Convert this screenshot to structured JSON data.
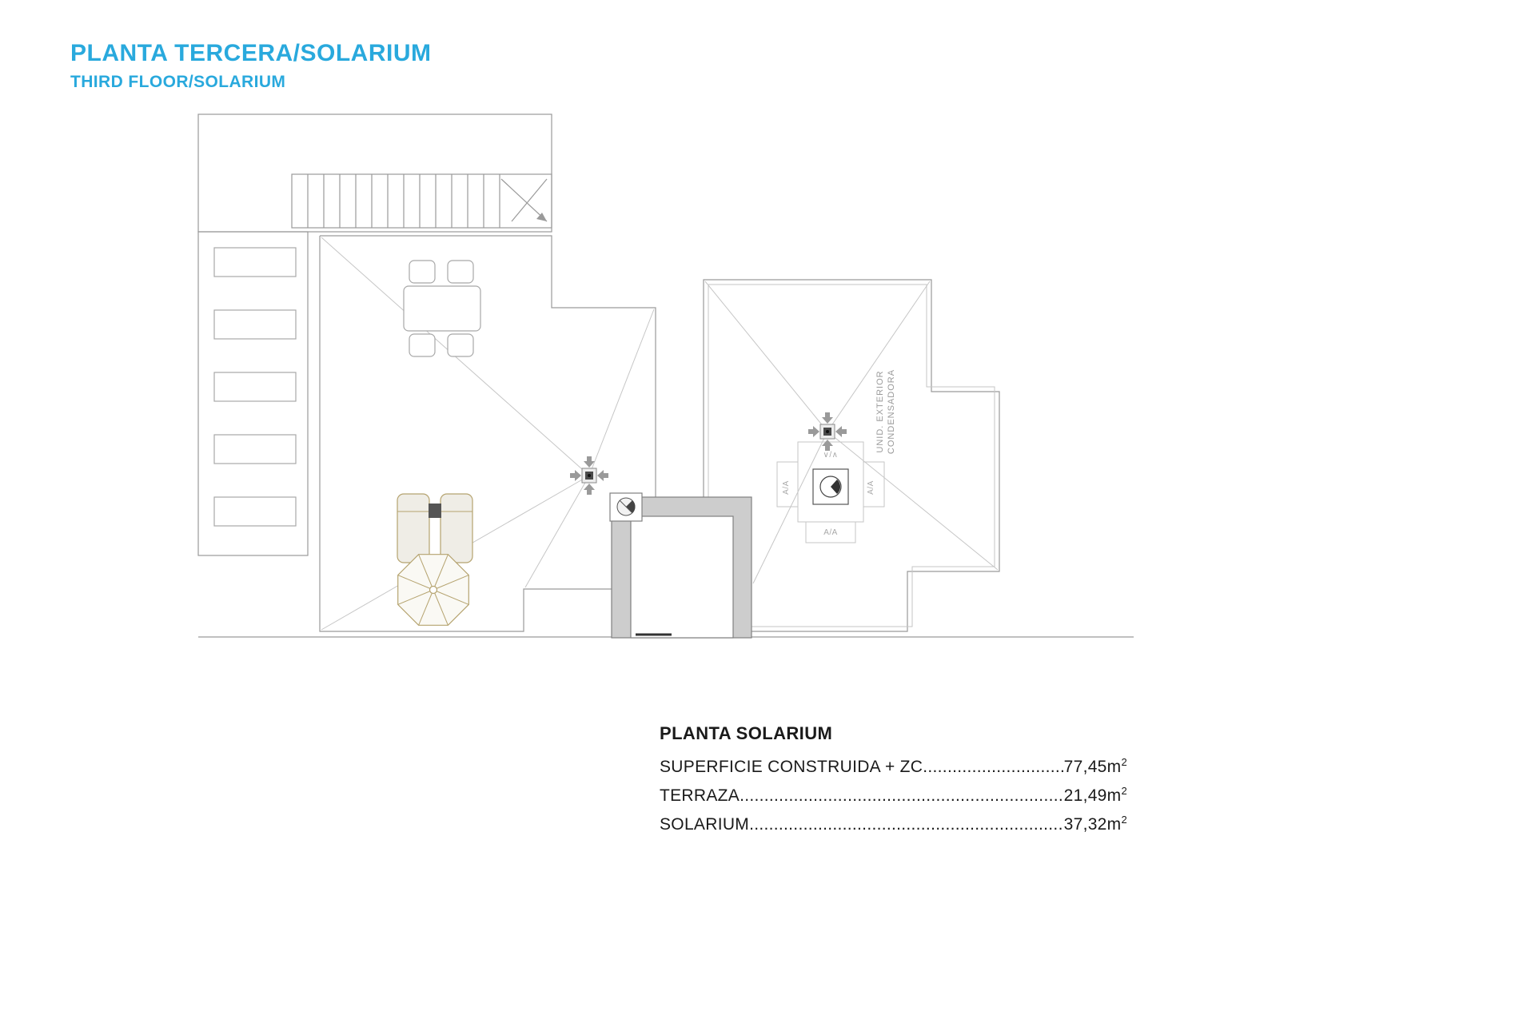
{
  "page": {
    "title": "PLANTA TERCERA/SOLARIUM",
    "subtitle": "THIRD FLOOR/SOLARIUM"
  },
  "colors": {
    "accent": "#29A9DD",
    "plan_line": "#9a9a9a",
    "diagonal_line": "#c6c6c6",
    "furniture_line": "#b5a36f",
    "wall_fill": "#cdcdcd",
    "legend_text": "#1a1a1a"
  },
  "plan": {
    "labels": {
      "condenser_line1": "UNID. EXTERIOR",
      "condenser_line2": "CONDENSADORA",
      "aa_top": "∨/∧",
      "aa_left": "A/A",
      "aa_right": "A/A",
      "aa_bottom": "A/A"
    }
  },
  "legend": {
    "heading": "PLANTA SOLARIUM",
    "rows": [
      {
        "label": "SUPERFICIE CONSTRUIDA + ZC",
        "dots": "..........................................................................................................................",
        "value": "77,45m",
        "sup": "2"
      },
      {
        "label": "TERRAZA",
        "dots": "..........................................................................................................................",
        "value": "21,49m",
        "sup": "2"
      },
      {
        "label": "SOLARIUM",
        "dots": "..........................................................................................................................",
        "value": "37,32m",
        "sup": "2"
      }
    ]
  }
}
